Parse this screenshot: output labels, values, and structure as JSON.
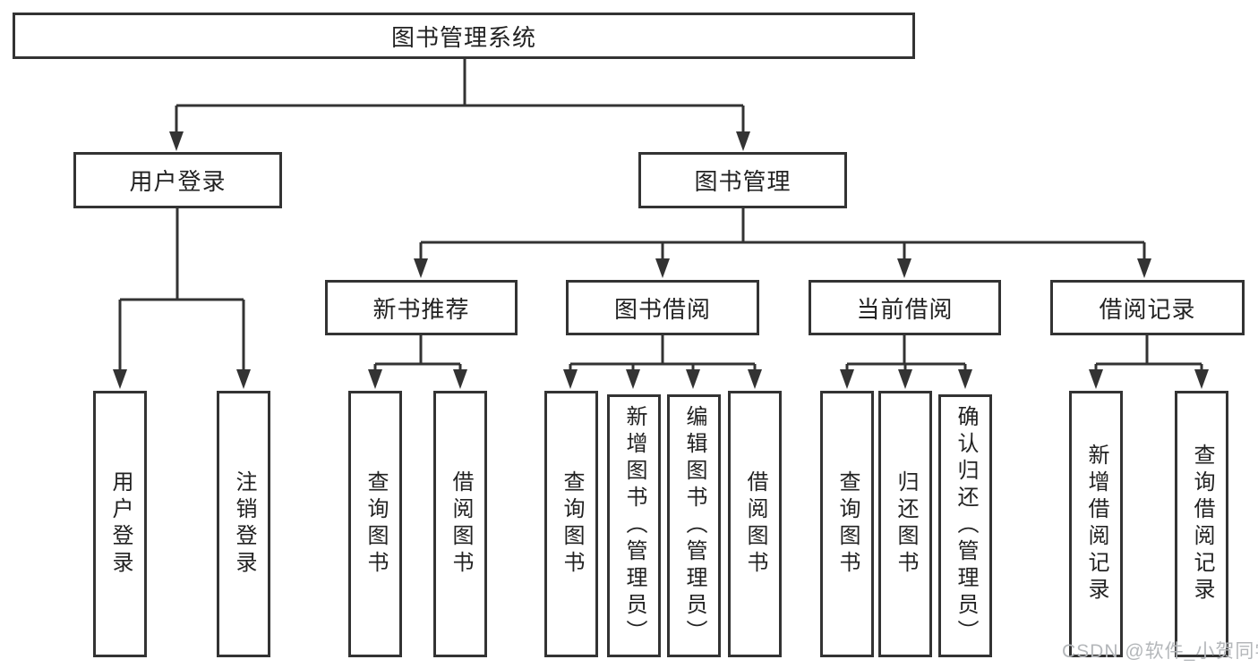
{
  "diagram": {
    "root": {
      "label": "图书管理系统"
    },
    "level2": [
      {
        "label": "用户登录"
      },
      {
        "label": "图书管理"
      }
    ],
    "level3": [
      {
        "label": "新书推荐"
      },
      {
        "label": "图书借阅"
      },
      {
        "label": "当前借阅"
      },
      {
        "label": "借阅记录"
      }
    ],
    "leaf_groups": [
      {
        "parent": "用户登录",
        "items": [
          {
            "label": "用户登录"
          },
          {
            "label": "注销登录"
          }
        ]
      },
      {
        "parent": "新书推荐",
        "items": [
          {
            "label": "查询图书"
          },
          {
            "label": "借阅图书"
          }
        ]
      },
      {
        "parent": "图书借阅",
        "items": [
          {
            "label": "查询图书"
          },
          {
            "label": "新增图书（管理员）"
          },
          {
            "label": "编辑图书（管理员）"
          },
          {
            "label": "借阅图书"
          }
        ]
      },
      {
        "parent": "当前借阅",
        "items": [
          {
            "label": "查询图书"
          },
          {
            "label": "归还图书"
          },
          {
            "label": "确认归还（管理员）"
          }
        ]
      },
      {
        "parent": "借阅记录",
        "items": [
          {
            "label": "新增借阅记录"
          },
          {
            "label": "查询借阅记录"
          }
        ]
      }
    ]
  },
  "watermark": {
    "text": "CSDN @软件_小贺同学"
  },
  "colors": {
    "line": "#333333",
    "box_border": "#333333",
    "text": "#222222",
    "watermark": "#b4b7ba",
    "background": "#ffffff"
  }
}
